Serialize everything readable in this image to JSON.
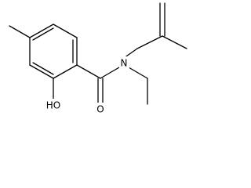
{
  "molecule": {
    "atoms": {
      "oxygen": "O",
      "nitrogen": "N",
      "hydroxyl": "HO"
    },
    "colors": {
      "bond": "#000000",
      "background": "#ffffff"
    }
  }
}
